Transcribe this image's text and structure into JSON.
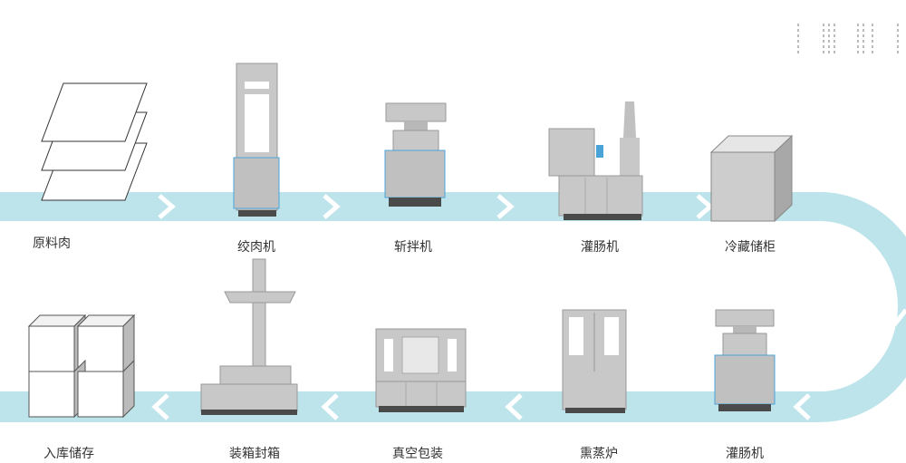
{
  "flow": {
    "top_row": [
      {
        "id": "raw-meat",
        "label": "原料肉"
      },
      {
        "id": "meat-grinder",
        "label": "绞肉机"
      },
      {
        "id": "injector",
        "label": "斩拌机"
      },
      {
        "id": "stuffer",
        "label": "灌肠机"
      },
      {
        "id": "cold-storage",
        "label": "冷藏储柜"
      }
    ],
    "bottom_row": [
      {
        "id": "clipper",
        "label": "灌肠机"
      },
      {
        "id": "smokehouse",
        "label": "熏蒸炉"
      },
      {
        "id": "vacuum-packer",
        "label": "真空包装"
      },
      {
        "id": "carton-sealer",
        "label": "装箱封箱"
      },
      {
        "id": "warehouse",
        "label": "入库储存"
      }
    ]
  },
  "colors": {
    "conveyor": "#bde3eb",
    "arrow": "#ffffff",
    "machine": "#c8c8c8",
    "machine_dark": "#9a9a9a",
    "base": "#4a4a4a"
  }
}
